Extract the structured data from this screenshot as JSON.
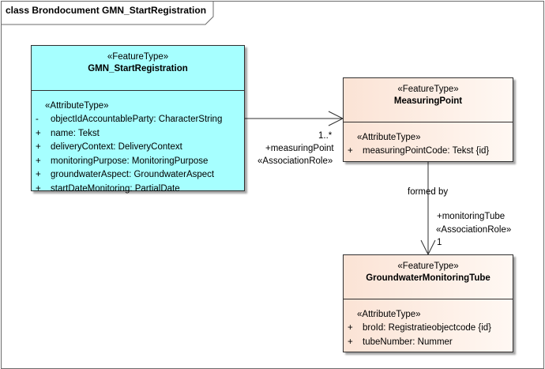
{
  "diagram": {
    "frame_title": "class Brondocument GMN_StartRegistration",
    "classes": {
      "start_registration": {
        "stereotype": "«FeatureType»",
        "name": "GMN_StartRegistration",
        "attr_stereotype": "«AttributeType»",
        "attributes": [
          {
            "vis": "-",
            "text": "objectIdAccountableParty: CharacterString"
          },
          {
            "vis": "+",
            "text": "name: Tekst"
          },
          {
            "vis": "+",
            "text": "deliveryContext: DeliveryContext"
          },
          {
            "vis": "+",
            "text": "monitoringPurpose: MonitoringPurpose"
          },
          {
            "vis": "+",
            "text": "groundwaterAspect: GroundwaterAspect"
          },
          {
            "vis": "+",
            "text": "startDateMonitoring: PartialDate"
          }
        ]
      },
      "measuring_point": {
        "stereotype": "«FeatureType»",
        "name": "MeasuringPoint",
        "attr_stereotype": "«AttributeType»",
        "attributes": [
          {
            "vis": "+",
            "text": "measuringPointCode: Tekst {id}"
          }
        ]
      },
      "monitoring_tube": {
        "stereotype": "«FeatureType»",
        "name": "GroundwaterMonitoringTube",
        "attr_stereotype": "«AttributeType»",
        "attributes": [
          {
            "vis": "+",
            "text": "broId: Registratieobjectcode {id}"
          },
          {
            "vis": "+",
            "text": "tubeNumber: Nummer"
          }
        ]
      }
    },
    "associations": {
      "to_measuring_point": {
        "multiplicity": "1..*",
        "role": "+measuringPoint",
        "role_stereotype": "«AssociationRole»"
      },
      "to_monitoring_tube": {
        "name": "formed by",
        "role": "+monitoringTube",
        "role_stereotype": "«AssociationRole»",
        "multiplicity": "1"
      }
    },
    "colors": {
      "featuretype_blue": "#a6ffff",
      "featuretype_peach": "#fbe3d5",
      "line": "#2f2f2f"
    }
  }
}
